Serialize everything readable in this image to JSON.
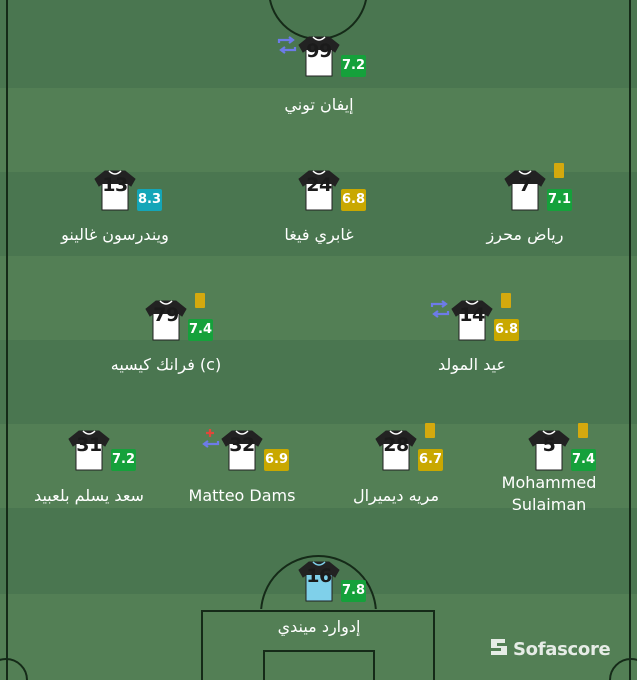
{
  "pitch": {
    "dark_color": "#4a7650",
    "light_color": "#537f55",
    "line_color": "#152a18"
  },
  "players": [
    {
      "id": "gk",
      "number": "16",
      "rating": "7.8",
      "rating_color": "#15a13b",
      "name": "إدوارد ميندي",
      "shirt": "goalkeeper",
      "card": false,
      "sub": null
    },
    {
      "id": "rb",
      "number": "5",
      "rating": "7.4",
      "rating_color": "#15a13b",
      "name": "Mohammed Sulaiman",
      "shirt": "outfield",
      "card": true,
      "sub": null
    },
    {
      "id": "rcb",
      "number": "28",
      "rating": "6.7",
      "rating_color": "#c9a800",
      "name": "مريه ديميرال",
      "shirt": "outfield",
      "card": true,
      "sub": null
    },
    {
      "id": "lcb",
      "number": "32",
      "rating": "6.9",
      "rating_color": "#c9a800",
      "name": "Matteo Dams",
      "shirt": "outfield",
      "card": false,
      "sub": "sub-injury"
    },
    {
      "id": "lb",
      "number": "31",
      "rating": "7.2",
      "rating_color": "#15a13b",
      "name": "سعد يسلم بلعبيد",
      "shirt": "outfield",
      "card": false,
      "sub": null
    },
    {
      "id": "rdm",
      "number": "14",
      "rating": "6.8",
      "rating_color": "#c9a800",
      "name": "عيد المولد",
      "shirt": "outfield",
      "card": true,
      "sub": "sub"
    },
    {
      "id": "ldm",
      "number": "79",
      "rating": "7.4",
      "rating_color": "#15a13b",
      "name": "فرانك كيسيه (c)",
      "shirt": "outfield",
      "card": true,
      "sub": null
    },
    {
      "id": "rw",
      "number": "7",
      "rating": "7.1",
      "rating_color": "#15a13b",
      "name": "رياض محرز",
      "shirt": "outfield",
      "card": true,
      "sub": null
    },
    {
      "id": "am",
      "number": "24",
      "rating": "6.8",
      "rating_color": "#c9a800",
      "name": "غابري فيغا",
      "shirt": "outfield",
      "card": false,
      "sub": null
    },
    {
      "id": "lw",
      "number": "13",
      "rating": "8.3",
      "rating_color": "#14a6b8",
      "name": "ويندرسون غالينو",
      "shirt": "outfield",
      "card": false,
      "sub": null
    },
    {
      "id": "st",
      "number": "99",
      "rating": "7.2",
      "rating_color": "#15a13b",
      "name": "إيفان توني",
      "shirt": "outfield",
      "card": false,
      "sub": "sub"
    }
  ],
  "branding": {
    "logo_icon": "sofascore-logo-icon",
    "text": "Sofascore"
  }
}
